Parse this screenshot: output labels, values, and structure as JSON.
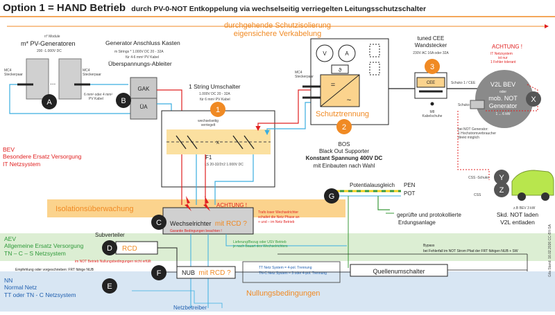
{
  "header": {
    "title_main": "Option 1 = HAND Betrieb",
    "title_sub": "durch PV-0-NOT Entkoppelung via wechselseitig verriegelten Leitungsschutzschalter",
    "band1": "durchgehende Schutzisolierung",
    "band2": "eigensichere Verkabelung"
  },
  "pv": {
    "module_count": "n* Module",
    "title": "m* PV-Generatoren",
    "voltage": "200 -1.000V DC",
    "mc4_left": "MC4\nSteckerpaar",
    "mc4_right": "MC4\nSteckerpaar",
    "dots": "...",
    "cable": "6 mm² oder 4 mm²\nPV Kabel"
  },
  "gak": {
    "title": "Generator Anschluss Kasten",
    "spec1": "m Strings * 1.000V DC 20 - 32A",
    "spec2": "für 4-6 mm² PV Kabel",
    "arrester": "Überspannungs-Ableiter",
    "box_top": "GAK",
    "box_bottom": "ÜA"
  },
  "switch": {
    "title": "1 String Umschalter",
    "spec1": "1.000V DC 20 - 32A",
    "spec2": "für 6 mm² PV Kabel",
    "interlock": "wechselseitig\nverriegelt",
    "x_mark": "x",
    "fuse_label": "F1",
    "fuse_spec": "LS 20-32/2±2 1.000V DC"
  },
  "bos": {
    "meter_v": "V",
    "meter_a": "A",
    "meter_theta": "ϑ",
    "eq": "=",
    "ac": "~",
    "label": "Schutztrennung",
    "name": "BOS",
    "desc1": "Black Out Supporter",
    "desc2": "Konstant Spannung 400V DC",
    "desc3": "mit Einbauten nach Wahl",
    "mc4": "MC4\nSteckerpaar"
  },
  "cee": {
    "title1": "tuned CEE",
    "title2": "Wandstecker",
    "spec": "230V AC 16A oder 32A",
    "box": "CEE",
    "cable": "M8\nKabelschuhe"
  },
  "v2l": {
    "warn_title": "ACHTUNG !",
    "warn_text": "IT Netzsystem\nist nur\n1 Fehler tolerant",
    "schuko1": "Schuko 1 / CEE",
    "schuko2": "Schuko 2",
    "name1": "V2L BEV",
    "name2": "oder",
    "name3": "mob. NOT",
    "name4": "Generator",
    "power": "1 ... 6 kW",
    "note": "bei NOT Generator:\n1 Hochstromverbraucher\ndirekt möglich",
    "css_schuko": "CSS -Schuko",
    "css": "CSS",
    "car_note": "z.B BEV 3 kW",
    "skd1": "Skd. NOT laden",
    "skd2": "V2L entladen"
  },
  "bev": {
    "l1": "BEV",
    "l2": "Besondere Ersatz Versorgung",
    "l3": "IT Netzsystem"
  },
  "pa": {
    "label": "Potentialausgleich",
    "pen": "PEN",
    "pot": "POT",
    "earth1": "geprüfte und protokollierte",
    "earth2": "Erdungsanlage"
  },
  "inverter": {
    "iso": "Isolationsüberwachung",
    "warn": "ACHTUNG !",
    "name": "Wechselrichter",
    "rcd": "mit RCD ?",
    "guarantee": "Garantie Bedingungen beachten !",
    "note": "Trafo loser Wechselrichter\nschaltet die Netz Phase an\n+ und – im Netz Betrieb"
  },
  "aev": {
    "l1": "AEV",
    "l2": "Allgemeine Ersatz Versorgung",
    "l3": "TN – C – S Netzsystem",
    "subverteiler": "Subverteiler",
    "rcd": "RCD",
    "nub_cond": "im NOT Betrieb Nullungsbedingungen nicht erfüllt",
    "supply": "Lieferung/Bezug oder USV Betrieb\nje nach Bauart des Wechselrichters",
    "bypass1": "Bypass",
    "bypass2": "bei Fehlerfall im NOT Strom Pfad der FRT fähigen NUB + SW"
  },
  "nn": {
    "l1": "NN",
    "l2": "Normal Netz",
    "l3": "TT oder TN - C Netzsystem",
    "recommend": "Empfehlung oder vorgeschrieben: FRT fähige NUB",
    "nub": "NUB",
    "nub_rcd": "mit RCD ?",
    "tt": "TT Netz System = 4-pol. Trennung",
    "tnc": "TN-C Netz System = 3 oder 4-pol. Trennung",
    "source_switch": "Quellenumschalter",
    "nullung": "Nullungsbedingungen",
    "operator": "Netzbetreiber"
  },
  "side": "Gila Stand: 16.02.2026 CC-BY-SA",
  "badges": {
    "A": "A",
    "B": "B",
    "C": "C",
    "D": "D",
    "E": "E",
    "F": "F",
    "G": "G",
    "X": "X",
    "Y": "Y",
    "Z": "Z",
    "n1": "1",
    "n2": "2",
    "n3": "3"
  },
  "colors": {
    "orange": "#f08a24",
    "red": "#e02020",
    "green_band": "#dceed3",
    "blue_band": "#d8e6f3",
    "iso_band": "#fbd38d",
    "aev_text": "#2f9a3a",
    "nn_text": "#2060b0",
    "cable_cyan": "#3aaee0",
    "dark": "#222222"
  }
}
